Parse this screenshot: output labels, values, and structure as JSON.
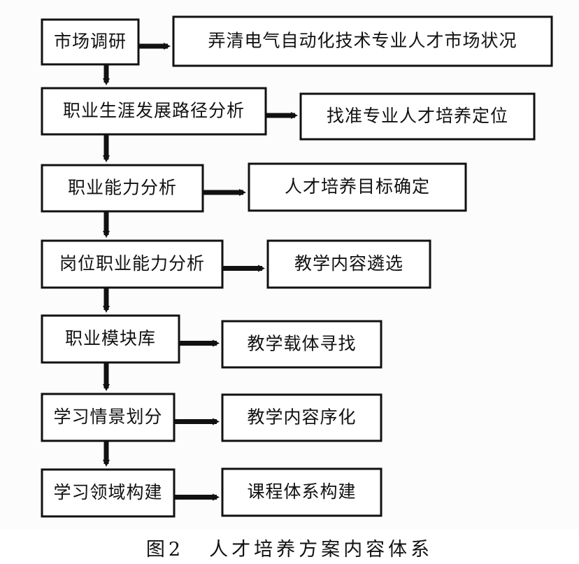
{
  "diagram": {
    "rows": [
      {
        "step": "市场调研",
        "result": "弄清电气自动化技术专业人才市场状况"
      },
      {
        "step": "职业生涯发展路径分析",
        "result": "找准专业人才培养定位"
      },
      {
        "step": "职业能力分析",
        "result": "人才培养目标确定"
      },
      {
        "step": "岗位职业能力分析",
        "result": "教学内容遴选"
      },
      {
        "step": "职业模块库",
        "result": "教学载体寻找"
      },
      {
        "step": "学习情景划分",
        "result": "教学内容序化"
      },
      {
        "step": "学习领域构建",
        "result": "课程体系构建"
      }
    ]
  },
  "caption": {
    "number": "图2",
    "title": "人才培养方案内容体系"
  }
}
